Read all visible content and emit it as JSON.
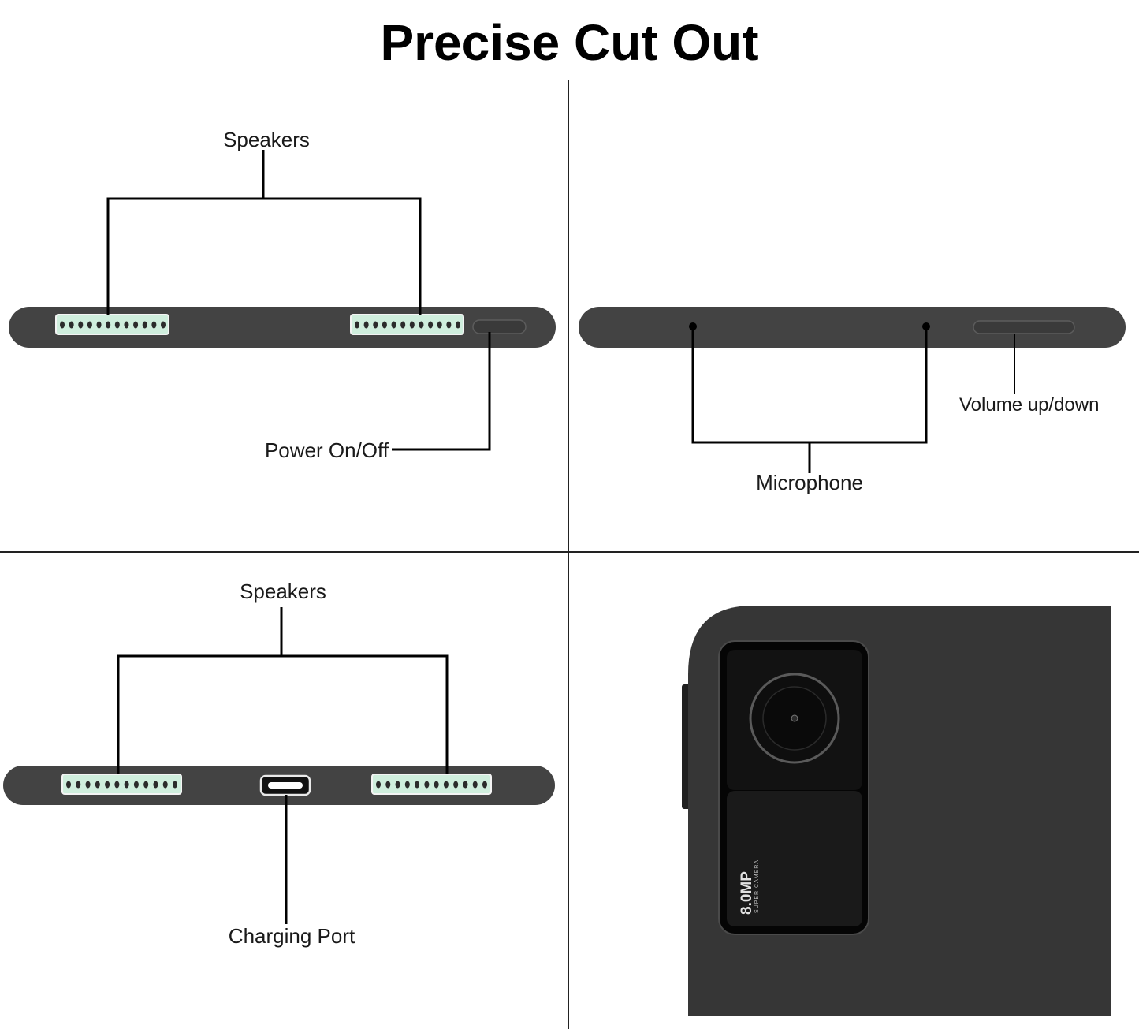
{
  "title": "Precise Cut Out",
  "labels": {
    "speakers_top": "Speakers",
    "power": "Power On/Off",
    "volume": "Volume up/down",
    "microphone": "Microphone",
    "speakers_bottom": "Speakers",
    "charging": "Charging Port"
  },
  "camera": {
    "megapixels": "8.0MP",
    "caption": "SUPER CAMERA"
  },
  "colors": {
    "case": "#434343",
    "case_back": "#363636",
    "speaker_fill": "#cfeedd",
    "divider": "#222222",
    "leader": "#000000"
  }
}
